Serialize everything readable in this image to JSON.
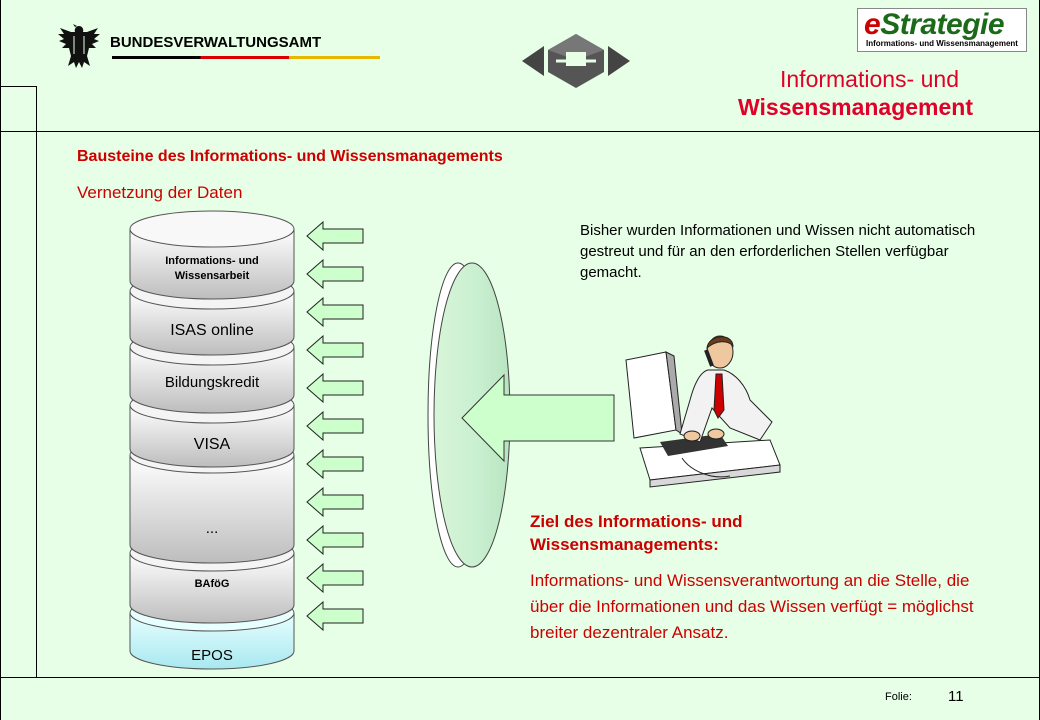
{
  "header": {
    "agency": "BUNDESVERWALTUNGSAMT",
    "logo_word_e": "e",
    "logo_word_rest": "Strategie",
    "logo_subtitle": "Informations- und Wissensmanagement",
    "title_line1": "Informations- und",
    "title_line2": "Wissensmanagement"
  },
  "content": {
    "heading": "Bausteine des Informations- und Wissensmanagements",
    "subheading": "Vernetzung der Daten",
    "bisher_text": "Bisher wurden Informationen und Wissen nicht automatisch gestreut und für an den erforderlichen Stellen verfügbar gemacht.",
    "ziel_title": "Ziel des Informations- und Wissensmanagements:",
    "ziel_text": "Informations- und Wissensverantwortung an die Stelle, die über die Informationen und das Wissen verfügt = möglichst breiter dezentraler Ansatz."
  },
  "database_stack": {
    "layers": [
      {
        "label": "Informations- und Wissensarbeit"
      },
      {
        "label": "ISAS online"
      },
      {
        "label": "Bildungskredit"
      },
      {
        "label": "VISA"
      },
      {
        "label": "..."
      },
      {
        "label": "BAföG"
      },
      {
        "label": "EPOS"
      }
    ]
  },
  "footer": {
    "folie_label": "Folie:",
    "folie_number": "11"
  },
  "colors": {
    "background": "#e6ffe6",
    "accent_red": "#cc0000",
    "arrow_fill": "#ccffcc",
    "epos_fill": "#ccffff"
  }
}
